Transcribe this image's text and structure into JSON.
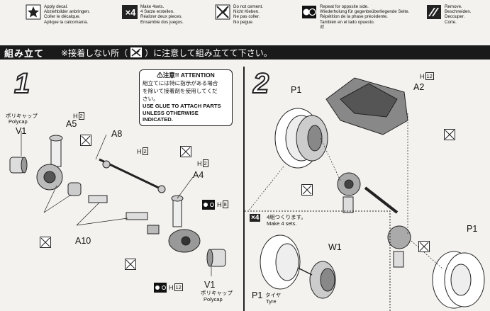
{
  "legend": [
    {
      "icon": "star-in-square-icon",
      "text": "Apply decal.\nAbziehbilder anbringen.\nColler le décalque.\nAplique la calcomanía."
    },
    {
      "icon": "x4-icon",
      "badge": "×4",
      "text": "Make 4sets.\n4 Satze erstellen.\nRéalizer deux pieces.\nEnsamble dos juegos."
    },
    {
      "icon": "no-glue-icon",
      "text": "Do not cement.\nNicht Kleben.\nNe pas coller.\nNo pegue."
    },
    {
      "icon": "repeat-opposite-icon",
      "text": "Repeat for opposite side.\nWiederholung für gegenbeüberliegende Seite.\nRépétition de la phase précédente.\nTambién en el lado opuesto.\n对"
    },
    {
      "icon": "remove-icon",
      "text": "Remove.\nBeschneiden.\nDecouper.\nCorte."
    }
  ],
  "header": {
    "title": "組み立て",
    "note_prefix": "※接着しない所（",
    "note_suffix": "）に注意して組み立てて下さい。"
  },
  "step1": {
    "number": "1",
    "attention": {
      "title": "⚠注意!! ATTENTION",
      "jp": "組立てには特に指示がある場合\nを除いて接着剤を使用してくだ\nさい。",
      "en": "USE GLUE TO ATTACH PARTS\nUNLESS OTHERWISE INDICATED."
    },
    "polycap_top": {
      "jp": "ポリキャップ",
      "en": "Polycap",
      "part": "V1"
    },
    "polycap_bottom": {
      "jp": "ポリキャップ",
      "en": "Polycap",
      "part": "V1"
    },
    "labels": {
      "a5": "A5",
      "a8": "A8",
      "a4": "A4",
      "a10": "A10"
    },
    "h_tags": [
      {
        "h": "H",
        "n": "2"
      },
      {
        "h": "H",
        "n": "2"
      },
      {
        "h": "H",
        "n": "2"
      },
      {
        "h": "H",
        "n": "8"
      },
      {
        "h": "H",
        "n": "12"
      }
    ]
  },
  "step2": {
    "number": "2",
    "labels": {
      "p1_top": "P1",
      "a2": "A2",
      "p1_right": "P1",
      "w1": "W1"
    },
    "h_tag": {
      "h": "H",
      "n": "12"
    },
    "x4_badge": "×4",
    "make4_jp": "4組つくります。",
    "make4_en": "Make 4 sets.",
    "tyre": {
      "part": "P1",
      "jp": "タイヤ",
      "en": "Tyre"
    }
  }
}
